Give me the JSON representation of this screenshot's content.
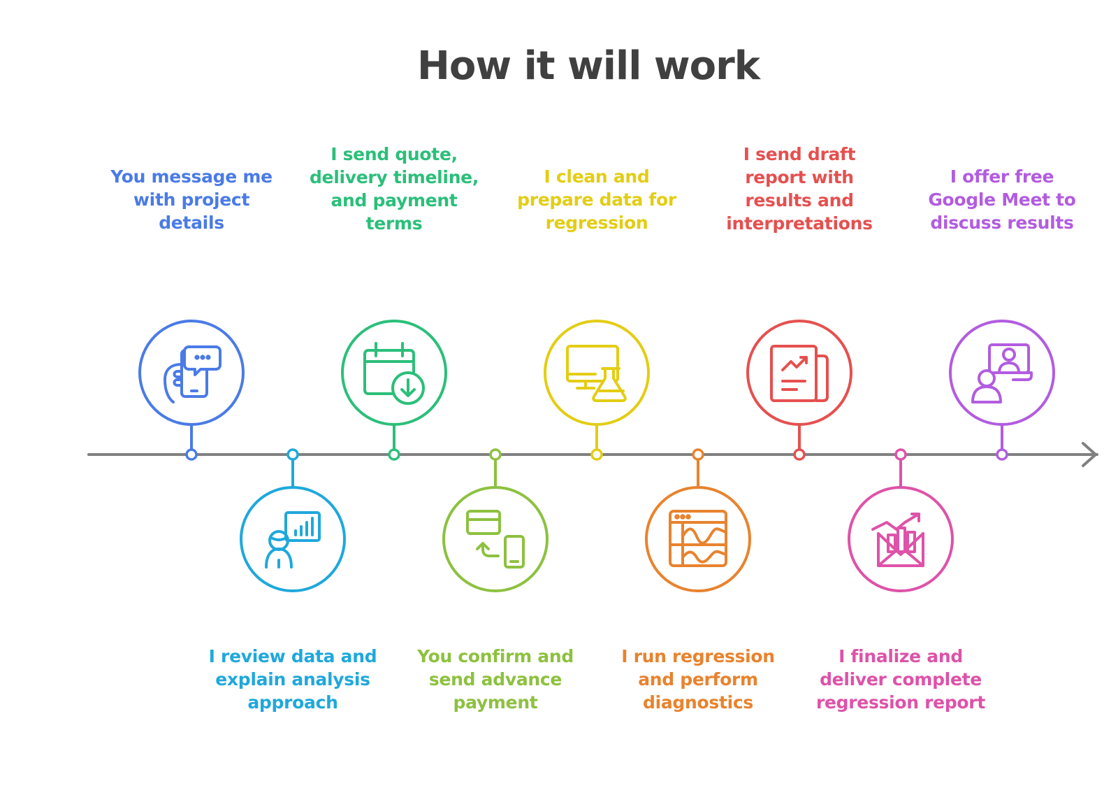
{
  "title": "How it will work",
  "colors": {
    "axis": "#808080",
    "title": "#404040"
  },
  "steps": [
    {
      "label": "You message me with project details",
      "lines": [
        "You message me",
        "with project",
        "details"
      ],
      "color": "#4A7BE6",
      "icon": "phone-chat-icon",
      "position": "top"
    },
    {
      "label": "I review data and explain analysis approach",
      "lines": [
        "I review data and",
        "explain analysis",
        "approach"
      ],
      "color": "#1FA8DC",
      "icon": "presenter-chart-icon",
      "position": "bottom"
    },
    {
      "label": "I send quote, delivery timeline, and payment terms",
      "lines": [
        "I send quote,",
        "delivery timeline,",
        "and payment",
        "terms"
      ],
      "color": "#2BBF7A",
      "icon": "calendar-download-icon",
      "position": "top"
    },
    {
      "label": "You confirm and send advance payment",
      "lines": [
        "You confirm and",
        "send advance",
        "payment"
      ],
      "color": "#8DC13F",
      "icon": "card-phone-transfer-icon",
      "position": "bottom"
    },
    {
      "label": "I clean and prepare data for regression",
      "lines": [
        "I clean and",
        "prepare data for",
        "regression"
      ],
      "color": "#E3CD14",
      "icon": "monitor-flask-icon",
      "position": "top"
    },
    {
      "label": "I run regression and perform diagnostics",
      "lines": [
        "I run regression",
        "and perform",
        "diagnostics"
      ],
      "color": "#E8832E",
      "icon": "browser-waves-icon",
      "position": "bottom"
    },
    {
      "label": "I send draft report with results and interpretations",
      "lines": [
        "I send draft",
        "report with",
        "results and",
        "interpretations"
      ],
      "color": "#E5504F",
      "icon": "report-chart-icon",
      "position": "top"
    },
    {
      "label": "I finalize and deliver complete regression report",
      "lines": [
        "I finalize and",
        "deliver complete",
        "regression report"
      ],
      "color": "#DE52A8",
      "icon": "envelope-chart-icon",
      "position": "bottom"
    },
    {
      "label": "I offer free Google Meet to discuss results",
      "lines": [
        "I offer free",
        "Google Meet to",
        "discuss results"
      ],
      "color": "#B25CE0",
      "icon": "video-call-icon",
      "position": "top"
    }
  ]
}
